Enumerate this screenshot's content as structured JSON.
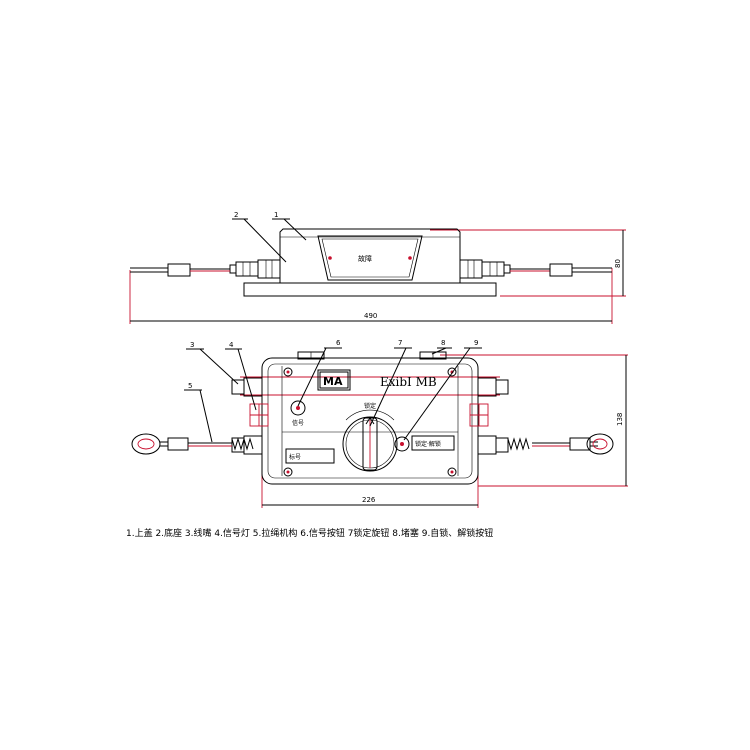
{
  "top_view": {
    "callouts": [
      "1",
      "2"
    ],
    "panel_label": "故障",
    "dim_length": "490",
    "dim_height": "80"
  },
  "front_view": {
    "callouts": [
      "3",
      "4",
      "5",
      "6",
      "7",
      "8",
      "9"
    ],
    "brand_mark": "MA",
    "ex_mark": "ExibI MB",
    "signal_label": "信号",
    "lock_label": "锁定",
    "selflock_label": "锁定·解锁",
    "nameplate_label": "标号",
    "dim_width": "226",
    "dim_height": "138"
  },
  "legend": "1.上盖  2.底座  3.线嘴  4.信号灯  5.拉绳机构  6.信号按钮  7锁定旋钮  8.堵塞  9.自锁、解锁按钮"
}
